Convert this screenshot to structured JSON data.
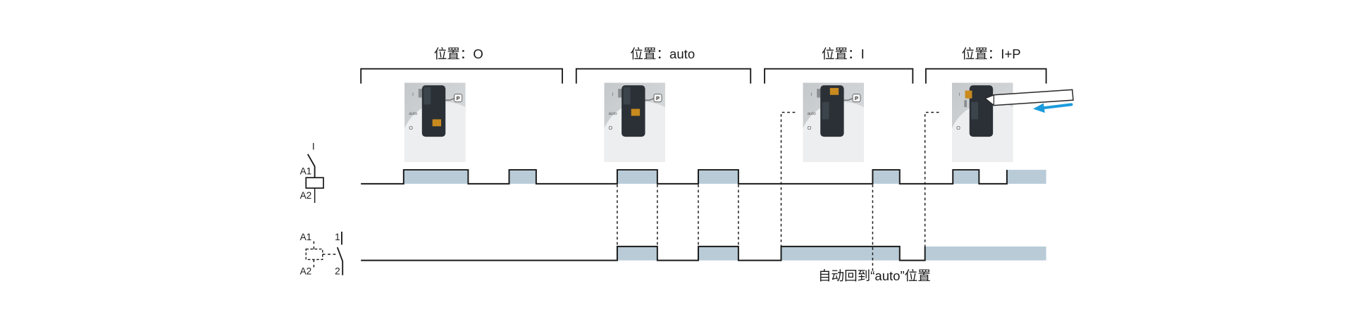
{
  "positions": [
    {
      "label": "位置：O"
    },
    {
      "label": "位置：auto"
    },
    {
      "label": "位置：I"
    },
    {
      "label": "位置：I+P"
    }
  ],
  "coil_symbol": {
    "state_label": "I",
    "terminal_top": "A1",
    "terminal_bottom": "A2"
  },
  "contact_symbol": {
    "terminal_top": "A1",
    "terminal_bottom": "A2",
    "contact_top": "1",
    "contact_bottom": "2"
  },
  "photo_labels": {
    "on": "I",
    "auto": "auto",
    "off": "O",
    "lock": "P"
  },
  "note": "自动回到“auto”位置",
  "colors": {
    "pulse_fill": "#b8cbd7",
    "line": "#1a1a1a",
    "arrow": "#1c9bdc",
    "switch_body": "#2a3036",
    "indicator": "#c98a1e"
  }
}
